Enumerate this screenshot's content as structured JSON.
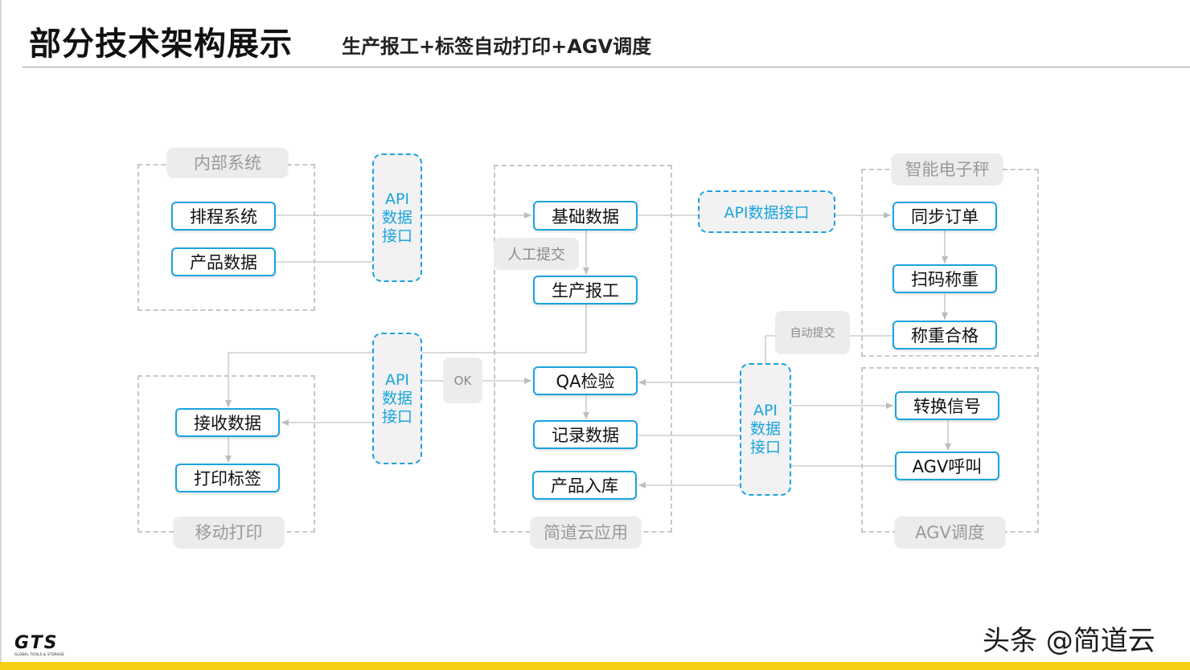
{
  "header": {
    "title": "部分技术架构展示",
    "subtitle": "生产报工+标签自动打印+AGV调度"
  },
  "groups": {
    "internal": "内部系统",
    "mobile_print": "移动打印",
    "jiandao_app": "简道云应用",
    "smart_scale": "智能电子秤",
    "agv": "AGV调度"
  },
  "nodes": {
    "schedule_system": "排程系统",
    "product_data": "产品数据",
    "receive_data": "接收数据",
    "print_label": "打印标签",
    "base_data": "基础数据",
    "production_report": "生产报工",
    "qa_inspection": "QA检验",
    "record_data": "记录数据",
    "product_storage": "产品入库",
    "sync_order": "同步订单",
    "scan_weigh": "扫码称重",
    "weigh_pass": "称重合格",
    "convert_signal": "转换信号",
    "agv_call": "AGV呼叫"
  },
  "api_interfaces": {
    "api_1": "API数据接口",
    "api_2": "API数据接口",
    "api_horizontal": "API数据接口",
    "api_3": "API数据接口"
  },
  "tags": {
    "manual_submit": "人工提交",
    "ok": "OK",
    "auto_submit": "自动提交"
  },
  "colors": {
    "accent": "#1aa3de",
    "label_bg": "#ececec",
    "footer_bar": "#f5cf14"
  },
  "footer": {
    "logo": "GTS",
    "logo_subtext": "GLOBAL TOOLS & STORAGE",
    "watermark": "头条 @简道云"
  }
}
